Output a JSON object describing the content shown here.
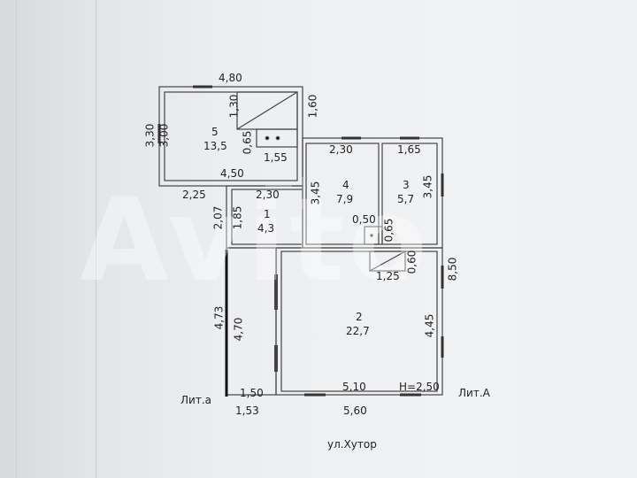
{
  "plan": {
    "rooms": [
      {
        "number": "5",
        "area": "13,5"
      },
      {
        "number": "4",
        "area": "7,9"
      },
      {
        "number": "3",
        "area": "5,7"
      },
      {
        "number": "1",
        "area": "4,3"
      },
      {
        "number": "2",
        "area": "22,7"
      }
    ],
    "dims": {
      "top_480": "4,80",
      "v_330": "3,30",
      "v_300": "3,00",
      "v_130": "1,30",
      "v_160": "1,60",
      "v_065a": "0,65",
      "h_155": "1,55",
      "h_230a": "2,30",
      "h_165": "1,65",
      "h_450": "4,50",
      "h_225": "2,25",
      "h_230b": "2,30",
      "v_345a": "3,45",
      "v_345b": "3,45",
      "v_207": "2,07",
      "v_185": "1,85",
      "h_050": "0,50",
      "v_065b": "0,65",
      "v_850": "8,50",
      "v_060": "0,60",
      "h_125": "1,25",
      "v_473": "4,73",
      "v_470": "4,70",
      "v_445": "4,45",
      "h_150": "1,50",
      "h_510": "5,10",
      "h_153": "1,53",
      "h_560": "5,60"
    },
    "height_note": "H=2,50",
    "lit_left": "Лит.а",
    "lit_right": "Лит.А",
    "street": "ул.Хутор"
  },
  "watermark": "Avito"
}
